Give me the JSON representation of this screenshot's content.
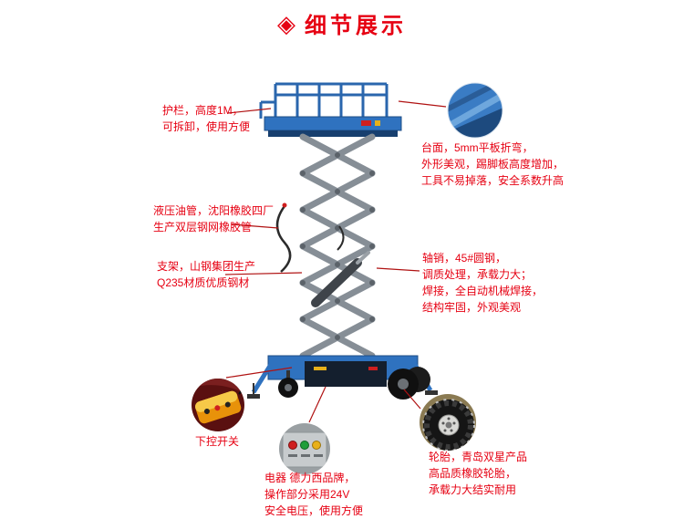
{
  "header": {
    "title": "细节展示",
    "accent_color": "#e60012"
  },
  "machine": {
    "name": "移动式剪叉升降平台",
    "platform_color": "#2f72bf",
    "scissor_color": "#868e96",
    "base_color": "#2f72bf"
  },
  "callouts": {
    "guardrail": {
      "text": "护栏，高度1M，\n可拆卸，使用方便"
    },
    "platform": {
      "text": "台面，5mm平板折弯，\n外形美观，踢脚板高度增加，\n工具不易掉落，安全系数升高"
    },
    "hose": {
      "text": "液压油管，沈阳橡胶四厂\n生产双层钢网橡胶管"
    },
    "frame": {
      "text": "支架，山钢集团生产\nQ235材质优质钢材"
    },
    "pin": {
      "text": "轴销，45#圆钢，\n调质处理，承载力大；\n焊接，全自动机械焊接，\n结构牢固，外观美观"
    },
    "remote": {
      "label": "下控开关"
    },
    "electric": {
      "text": "电器 德力西品牌，\n操作部分采用24V\n安全电压，使用方便"
    },
    "tire": {
      "text": "轮胎，青岛双星产品\n高品质橡胶轮胎，\n承载力大结实耐用"
    }
  }
}
